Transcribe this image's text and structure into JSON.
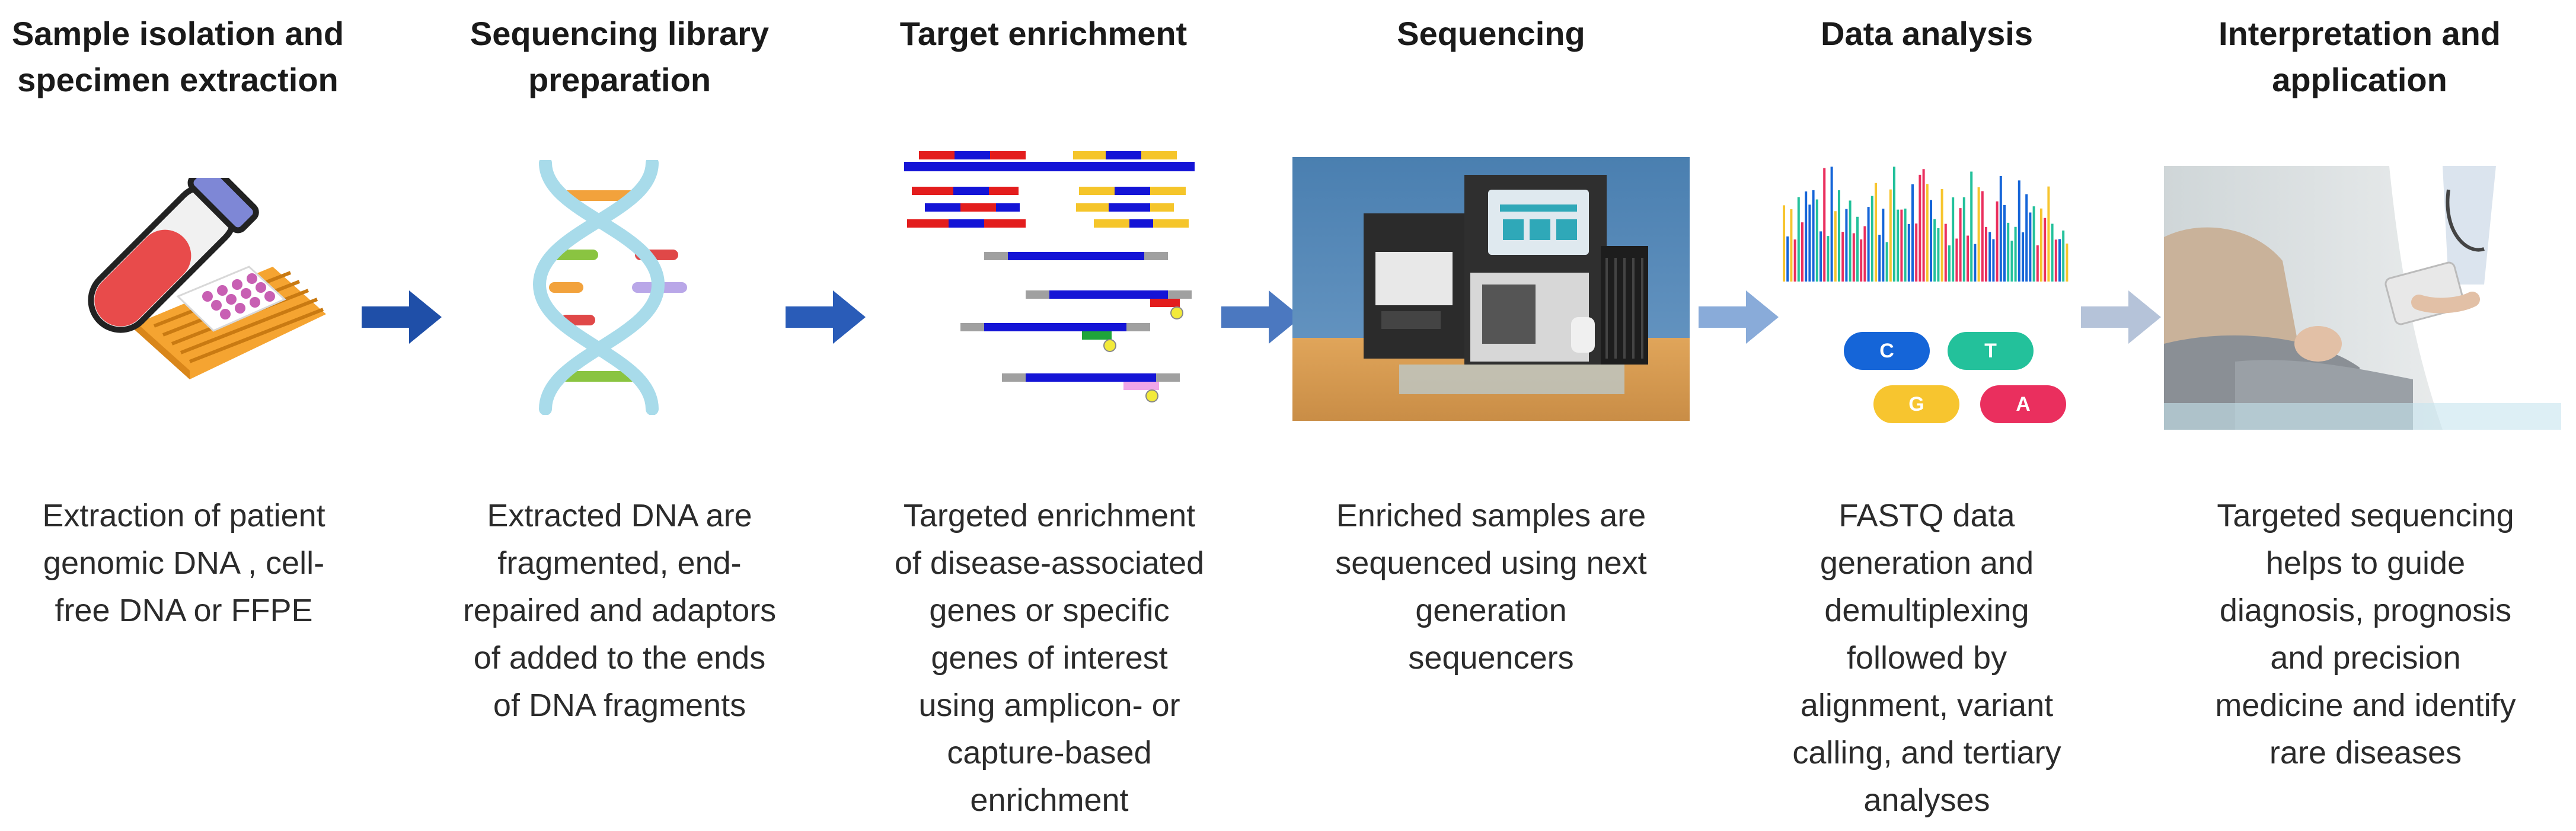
{
  "steps": [
    {
      "title": [
        "Sample isolation and",
        "specimen extraction"
      ],
      "desc": [
        "Extraction of patient",
        "genomic DNA , cell-",
        "free DNA or FFPE"
      ],
      "image": "test-tube-and-sample-rack-illustration"
    },
    {
      "title": [
        "Sequencing library",
        "preparation"
      ],
      "desc": [
        "Extracted DNA are",
        "fragmented, end-",
        "repaired and adaptors",
        "of added to the ends",
        "of DNA fragments"
      ],
      "image": "dna-double-helix-illustration"
    },
    {
      "title": [
        "Target enrichment",
        ""
      ],
      "desc": [
        "Targeted enrichment",
        "of disease-associated",
        "genes or specific",
        "genes of interest",
        "using amplicon- or",
        "capture-based",
        "enrichment"
      ],
      "image": "enrichment-reads-illustration"
    },
    {
      "title": [
        "Sequencing",
        ""
      ],
      "desc": [
        "Enriched samples are",
        "sequenced using next",
        "generation",
        "sequencers"
      ],
      "image": "sequencer-instrument-photo"
    },
    {
      "title": [
        "Data analysis",
        ""
      ],
      "desc": [
        "FASTQ data",
        "generation and",
        "demultiplexing",
        "followed by",
        "alignment, variant",
        "calling, and tertiary",
        "analyses"
      ],
      "image": "chromatogram-illustration",
      "bases": [
        "C",
        "T",
        "G",
        "A"
      ]
    },
    {
      "title": [
        "Interpretation and",
        "application"
      ],
      "desc": [
        "Targeted sequencing",
        "helps to guide",
        "diagnosis, prognosis",
        "and precision",
        "medicine and identify",
        "rare diseases"
      ],
      "image": "doctor-patient-photo"
    }
  ],
  "colors": {
    "arrow1": "#1f4fa8",
    "arrow2": "#2a5cb8",
    "arrow3": "#4b78c0",
    "arrow4": "#89abd9",
    "arrow5": "#b5c3d9",
    "base_C": "#1565d8",
    "base_T": "#23c19b",
    "base_G": "#f7c52f",
    "base_A": "#ea2f5e"
  }
}
